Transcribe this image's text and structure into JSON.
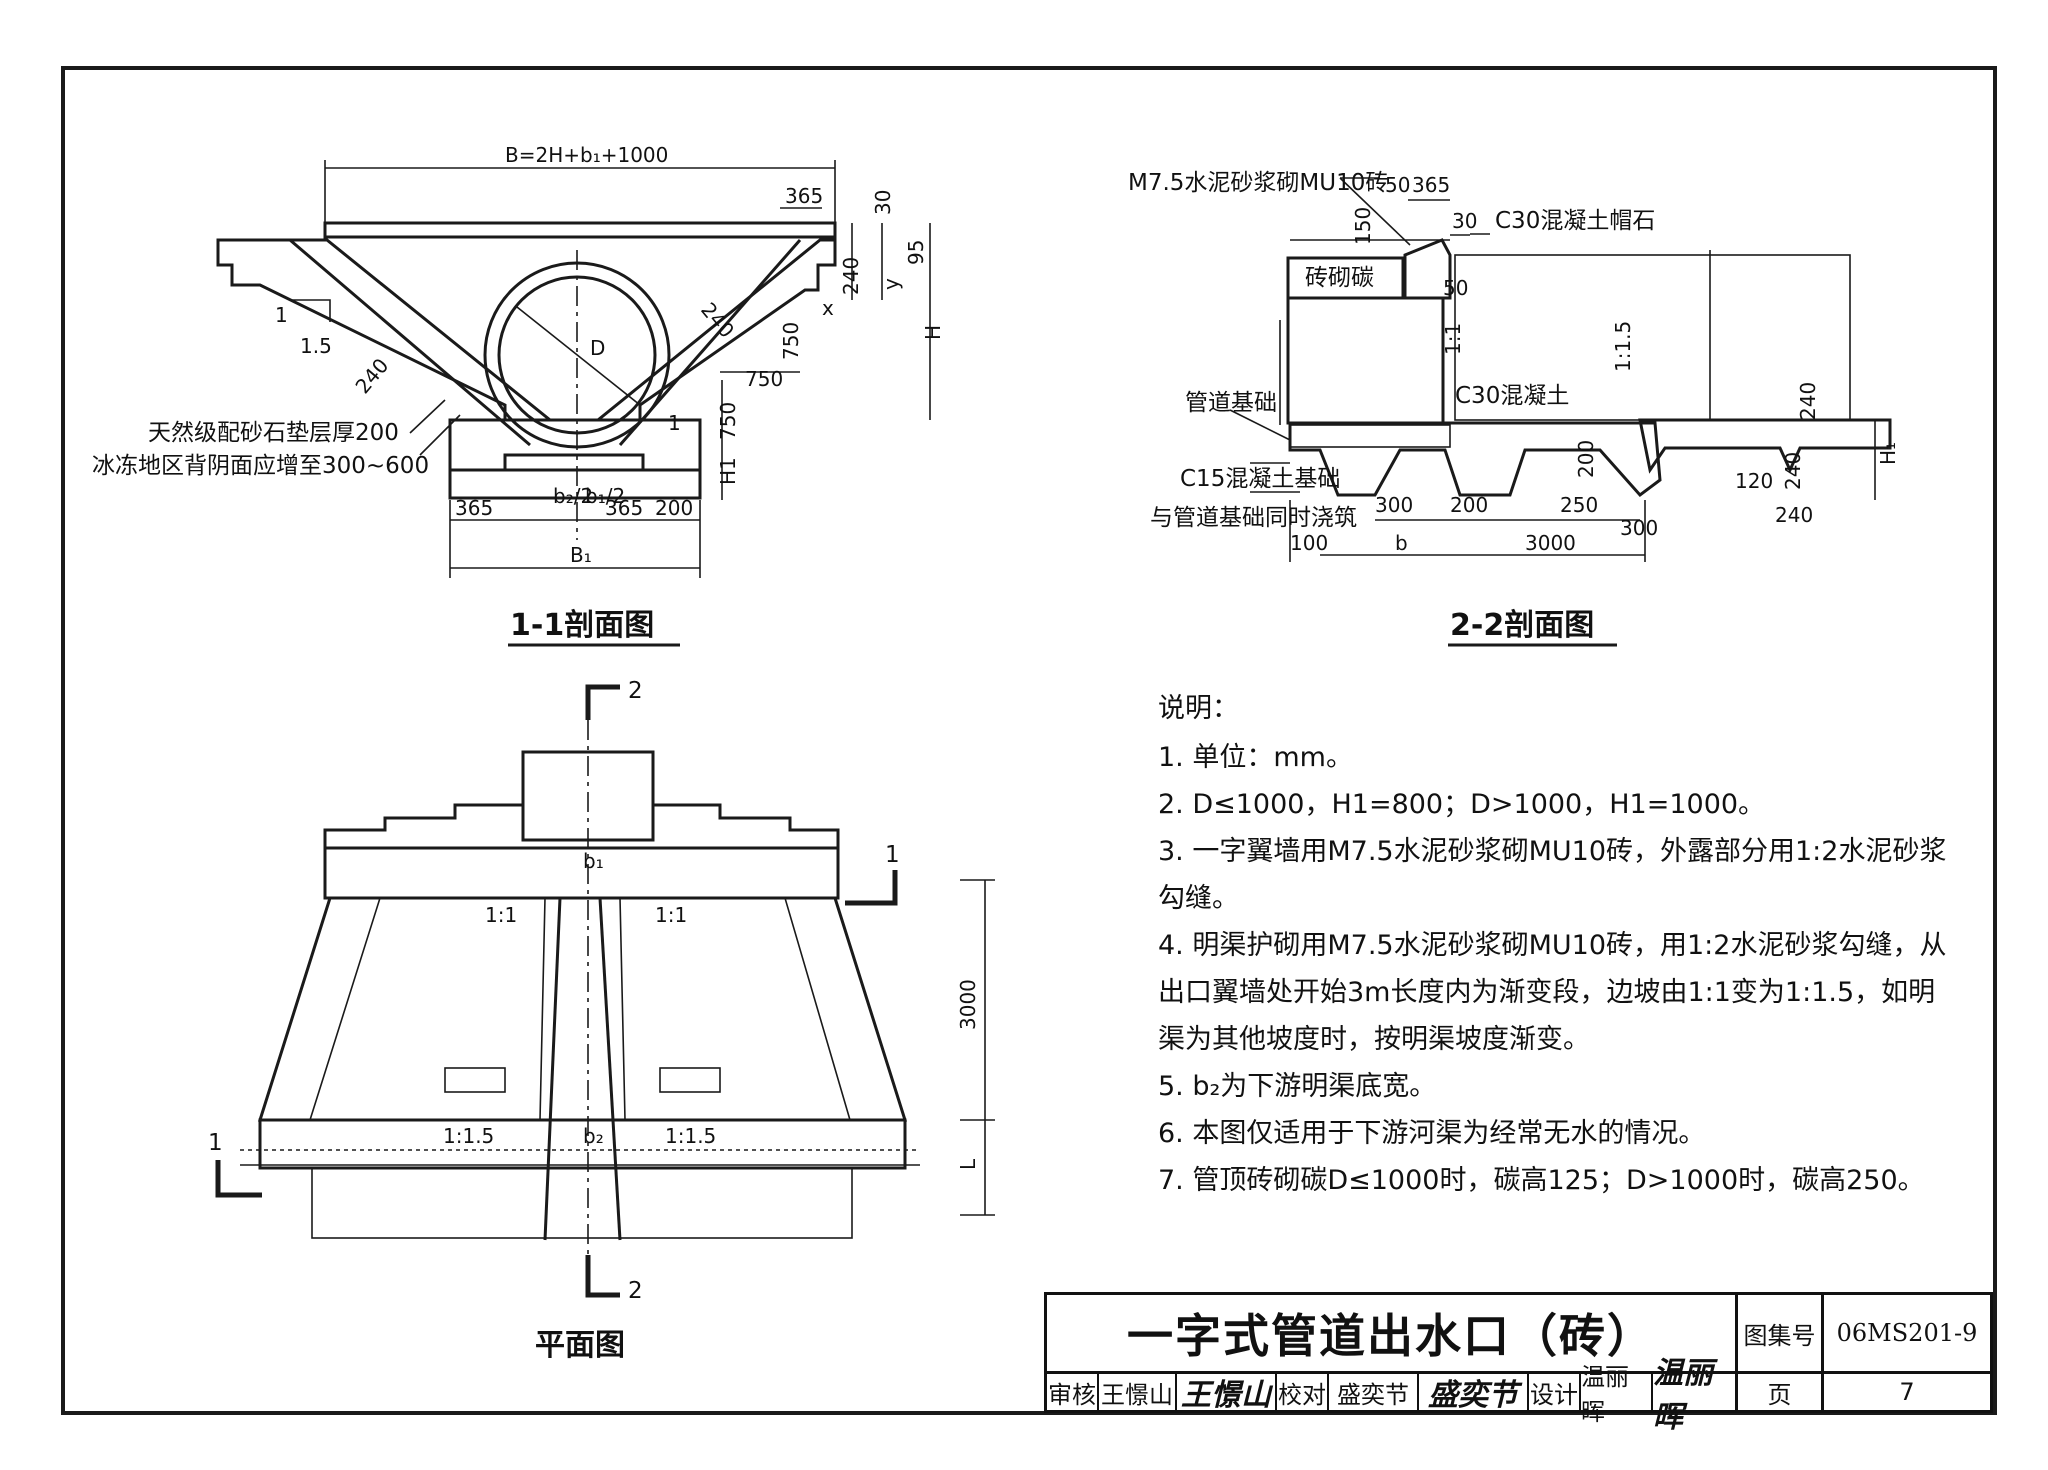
{
  "section11": {
    "title": "1-1剖面图",
    "dim_B": "B=2H+b₁+1000",
    "dim_365_top": "365",
    "dim_30": "30",
    "dim_240_a": "240",
    "dim_y": "y",
    "dim_95": "95",
    "dim_x": "x",
    "dim_H": "H",
    "dim_240_b": "240",
    "dim_750_a": "750",
    "dim_750_b": "750",
    "dim_750_c": "750",
    "dim_H1": "H1",
    "dim_240_left": "240",
    "slope_1": "1",
    "slope_15": "1.5",
    "slope_1_right": "1",
    "dim_D": "D",
    "note_gravel_1": "天然级配砂石垫层厚200",
    "note_gravel_2": "冰冻地区背阴面应增至300~600",
    "dim_365_l": "365",
    "dim_b2_half": "b₂/2",
    "dim_b1_half": "b₁/2",
    "dim_365_r": "365",
    "dim_200": "200",
    "dim_B1": "B₁"
  },
  "section22": {
    "title": "2-2剖面图",
    "label_mortar": "M7.5水泥砂浆砌MU10砖",
    "dim_50": "50",
    "dim_365": "365",
    "dim_30": "30",
    "label_cap": "C30混凝土帽石",
    "dim_150": "150",
    "label_brick": "砖砌碳",
    "dim_50b": "50",
    "slope_11": "1:1",
    "slope_115": "1:1.5",
    "label_pipe_base": "管道基础",
    "label_c30": "C30混凝土",
    "label_c15": "C15混凝土基础",
    "label_cast": "与管道基础同时浇筑",
    "dim_240a": "240",
    "dim_Hi": "H₁",
    "dim_200": "200",
    "dim_120": "120",
    "dim_240b": "240",
    "dim_240c": "240",
    "dim_300a": "300",
    "dim_200b": "200",
    "dim_250": "250",
    "dim_300b": "300",
    "dim_100": "100",
    "dim_b": "b",
    "dim_3000": "3000"
  },
  "plan": {
    "title": "平面图",
    "cut_2_top": "2",
    "cut_2_bottom": "2",
    "cut_1_right": "1",
    "cut_1_left": "1",
    "label_b1": "b₁",
    "label_b2": "b₂",
    "slope_11_l": "1:1",
    "slope_11_r": "1:1",
    "slope_115_l": "1:1.5",
    "slope_115_r": "1:1.5",
    "dim_3000": "3000",
    "dim_L": "L"
  },
  "notes": {
    "heading": "说明：",
    "items": [
      "1. 单位：mm。",
      "2. D≤1000，H1=800；D>1000，H1=1000。",
      "3. 一字翼墙用M7.5水泥砂浆砌MU10砖，外露部分用1:2水泥砂浆勾缝。",
      "4. 明渠护砌用M7.5水泥砂浆砌MU10砖，用1:2水泥砂浆勾缝，从出口翼墙处开始3m长度内为渐变段，边坡由1:1变为1:1.5，如明渠为其他坡度时，按明渠坡度渐变。",
      "5. b₂为下游明渠底宽。",
      "6. 本图仅适用于下游河渠为经常无水的情况。",
      "7. 管顶砖砌碳D≤1000时，碳高125；D>1000时，碳高250。"
    ]
  },
  "title_block": {
    "drawing_title": "一字式管道出水口（砖）",
    "atlas_label": "图集号",
    "atlas_no": "06MS201-9",
    "page_label": "页",
    "page_no": "7",
    "review_label": "审核",
    "review_name": "王憬山",
    "review_sig": "王憬山",
    "check_label": "校对",
    "check_name": "盛奕节",
    "check_sig": "盛奕节",
    "design_label": "设计",
    "design_name": "温丽晖",
    "design_sig": "温丽晖"
  }
}
